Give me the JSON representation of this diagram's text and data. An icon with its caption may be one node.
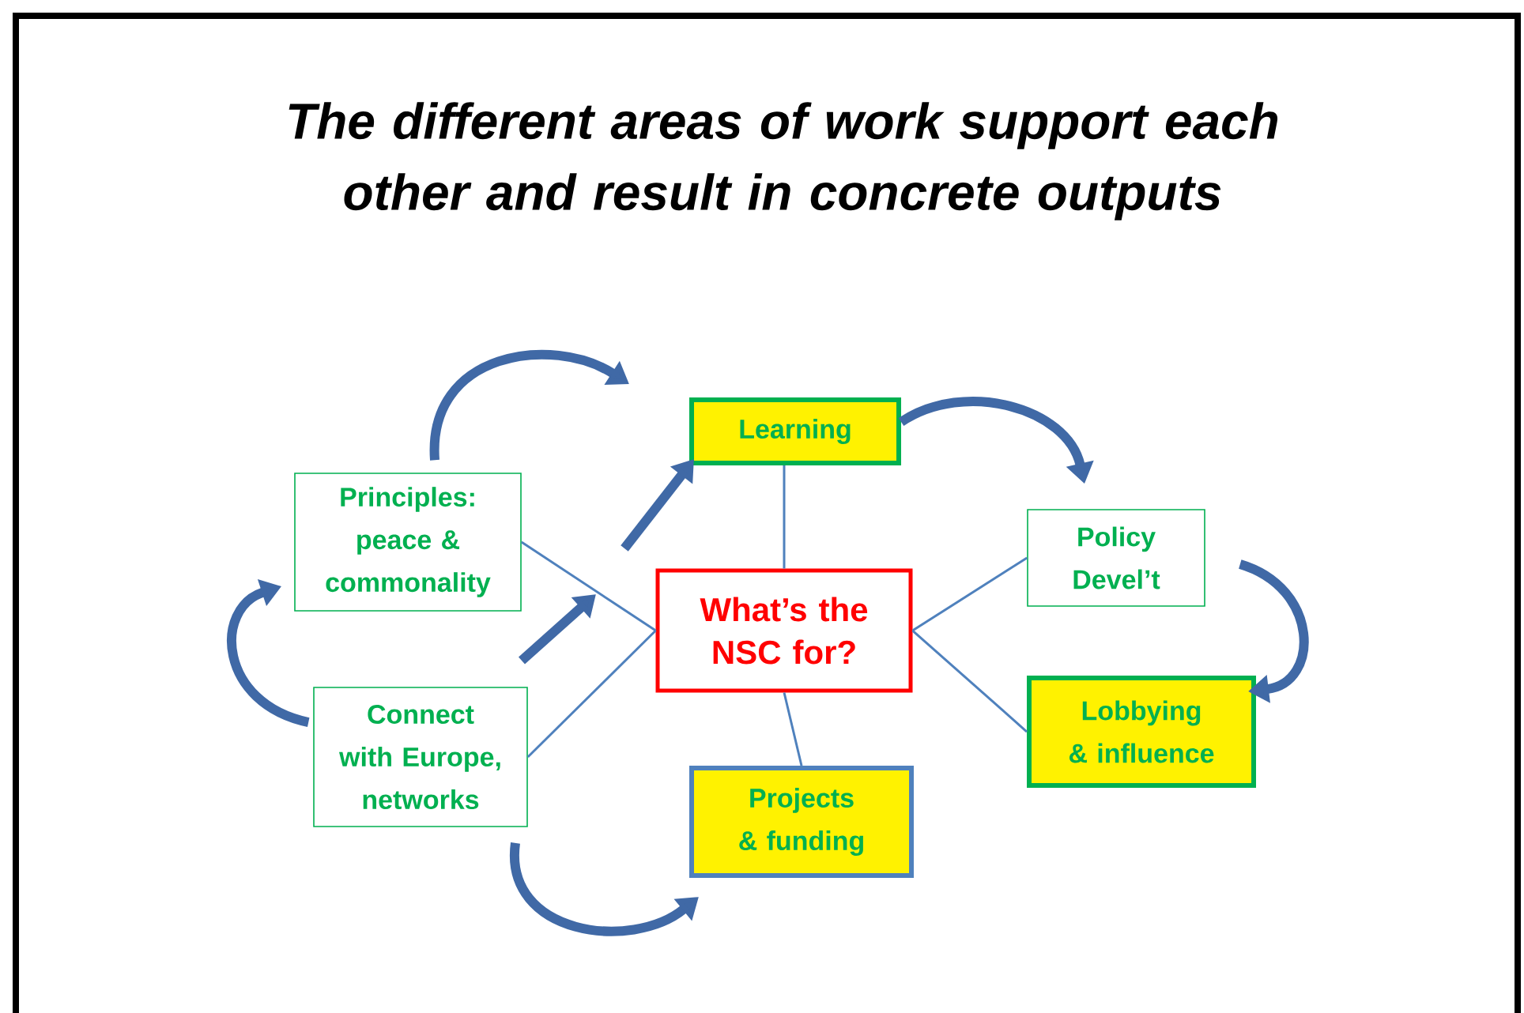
{
  "diagram": {
    "title": "The different areas of work support each other and result in concrete outputs",
    "nodes": [
      {
        "text": [
          "Learning"
        ]
      },
      {
        "text": [
          "Principles: peace & commonality"
        ]
      },
      {
        "text": [
          "Policy Devel’t"
        ]
      },
      {
        "text": [
          "What’s the NSC for?"
        ]
      },
      {
        "text": [
          "Connect with Europe, networks"
        ]
      },
      {
        "text": [
          "Lobbying & influence"
        ]
      },
      {
        "text": [
          "Projects & funding"
        ]
      }
    ],
    "edges": [
      {
        "from": 3,
        "to": 0,
        "arrow": "none"
      },
      {
        "from": 3,
        "to": 1,
        "arrow": "none"
      },
      {
        "from": 3,
        "to": 4,
        "arrow": "none"
      },
      {
        "from": 3,
        "to": 2,
        "arrow": "none"
      },
      {
        "from": 3,
        "to": 5,
        "arrow": "none"
      },
      {
        "from": 3,
        "to": 6,
        "arrow": "none"
      },
      {
        "from": 1,
        "to": 0,
        "arrow": "to",
        "style": "thick",
        "color": "#4069a6"
      },
      {
        "from": 0,
        "to": 2,
        "arrow": "to",
        "style": "thick",
        "color": "#4069a6"
      },
      {
        "from": 2,
        "to": 5,
        "arrow": "to",
        "style": "thick",
        "color": "#4069a6"
      },
      {
        "from": 4,
        "to": 1,
        "arrow": "to",
        "style": "thick",
        "color": "#4069a6"
      },
      {
        "from": 4,
        "to": 6,
        "arrow": "to",
        "style": "thick",
        "color": "#4069a6"
      },
      {
        "from": null,
        "to": 0,
        "arrow": "to",
        "style": "thick",
        "color": "#4069a6"
      }
    ]
  }
}
